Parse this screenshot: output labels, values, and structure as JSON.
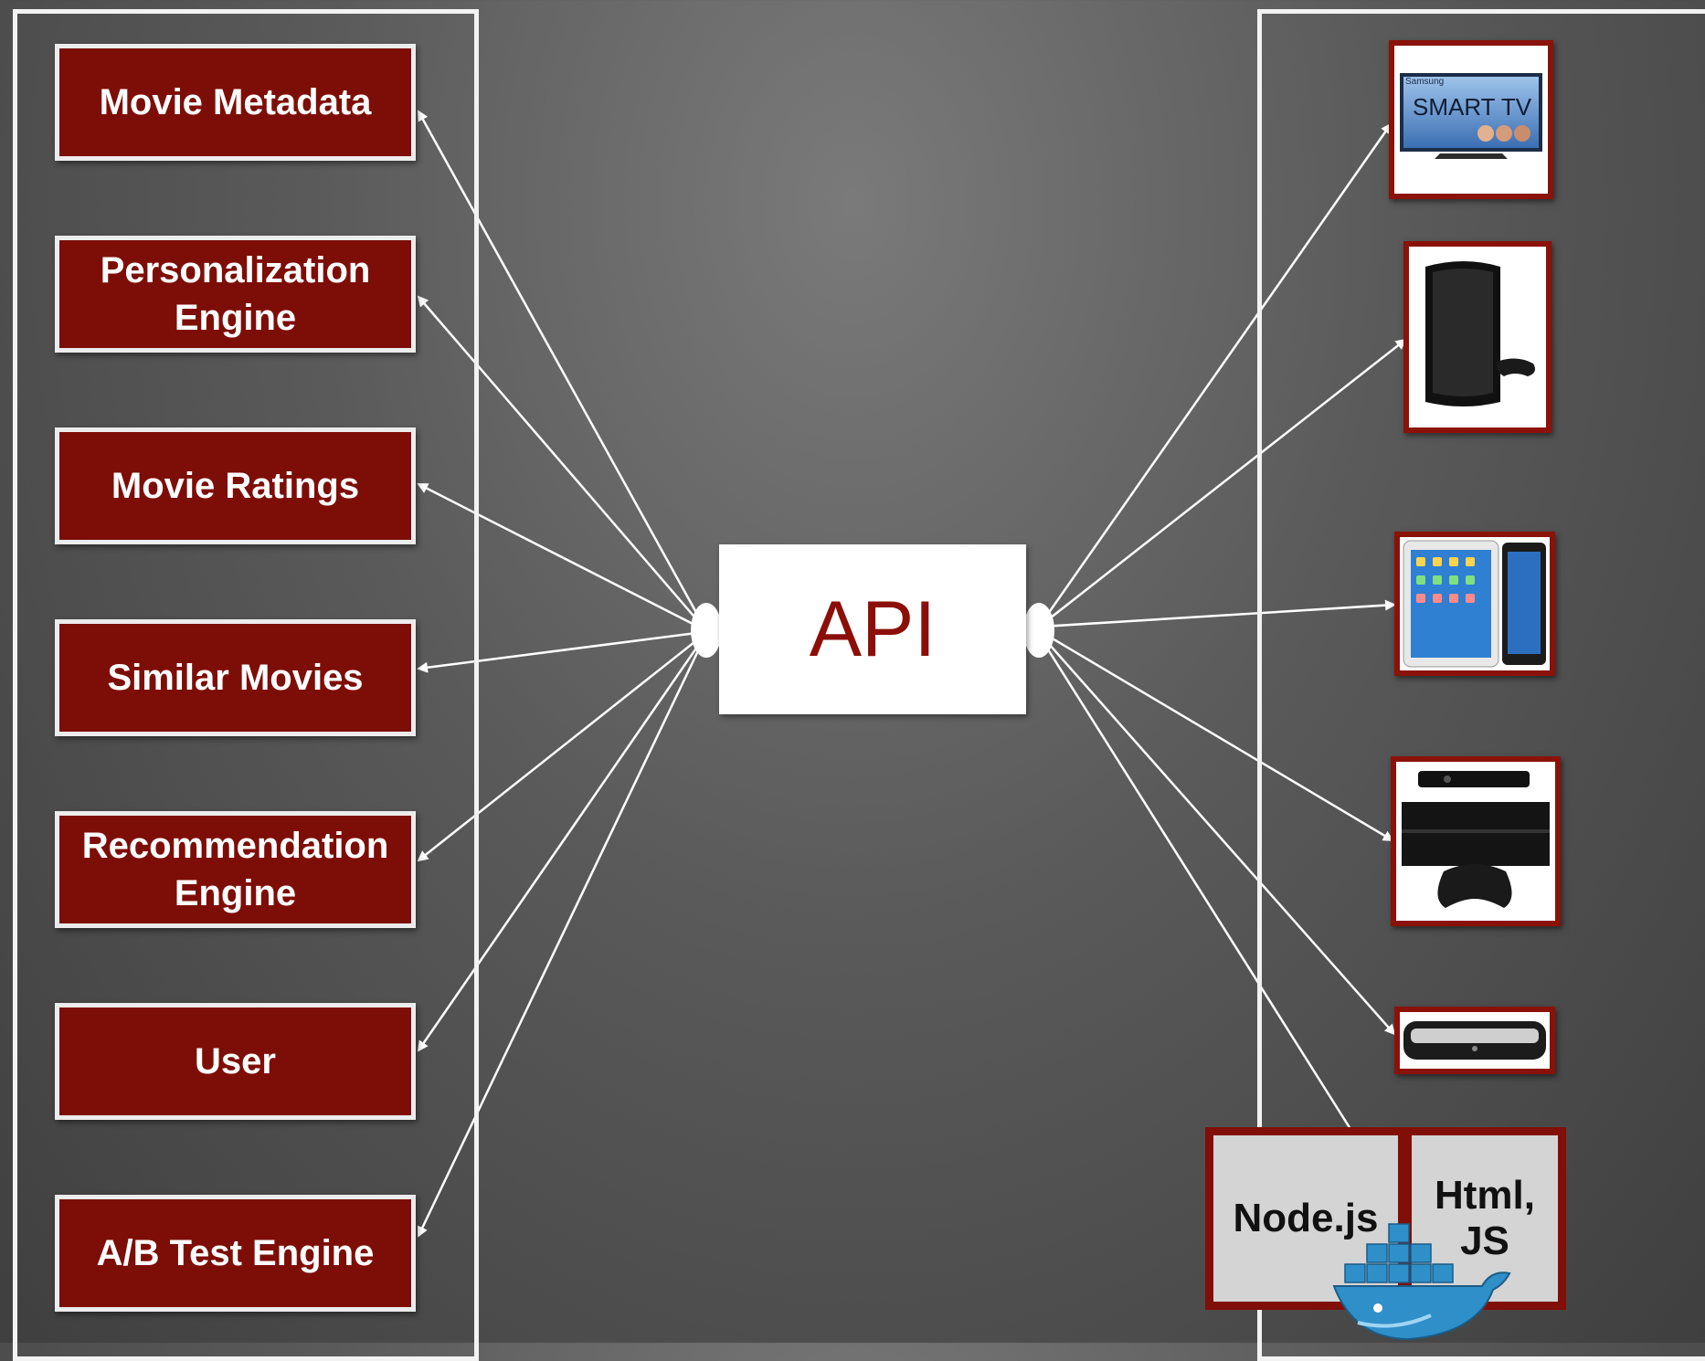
{
  "services": [
    {
      "id": "movie-metadata",
      "label": "Movie Metadata"
    },
    {
      "id": "personalization-engine",
      "label": "Personalization\nEngine"
    },
    {
      "id": "movie-ratings",
      "label": "Movie Ratings"
    },
    {
      "id": "similar-movies",
      "label": "Similar Movies"
    },
    {
      "id": "recommendation-engine",
      "label": "Recommendation\nEngine"
    },
    {
      "id": "user",
      "label": "User"
    },
    {
      "id": "ab-test-engine",
      "label": "A/B Test Engine"
    }
  ],
  "api": {
    "label": "API"
  },
  "devices": [
    {
      "id": "smart-tv",
      "icon": "smart-tv-icon",
      "brand": "Samsung",
      "label": "SMART TV"
    },
    {
      "id": "game-console-ps3",
      "icon": "game-console-icon"
    },
    {
      "id": "tablet",
      "icon": "tablet-icon"
    },
    {
      "id": "xbox-console",
      "icon": "xbox-console-icon"
    },
    {
      "id": "set-top-box",
      "icon": "set-top-box-icon"
    }
  ],
  "tech": {
    "node": "Node.js",
    "html": "Html,\nJS",
    "logo": "docker-whale-icon"
  },
  "colors": {
    "service_fill": "#7d0e07",
    "api_text": "#8b0f08",
    "arrow": "#ffffff"
  }
}
